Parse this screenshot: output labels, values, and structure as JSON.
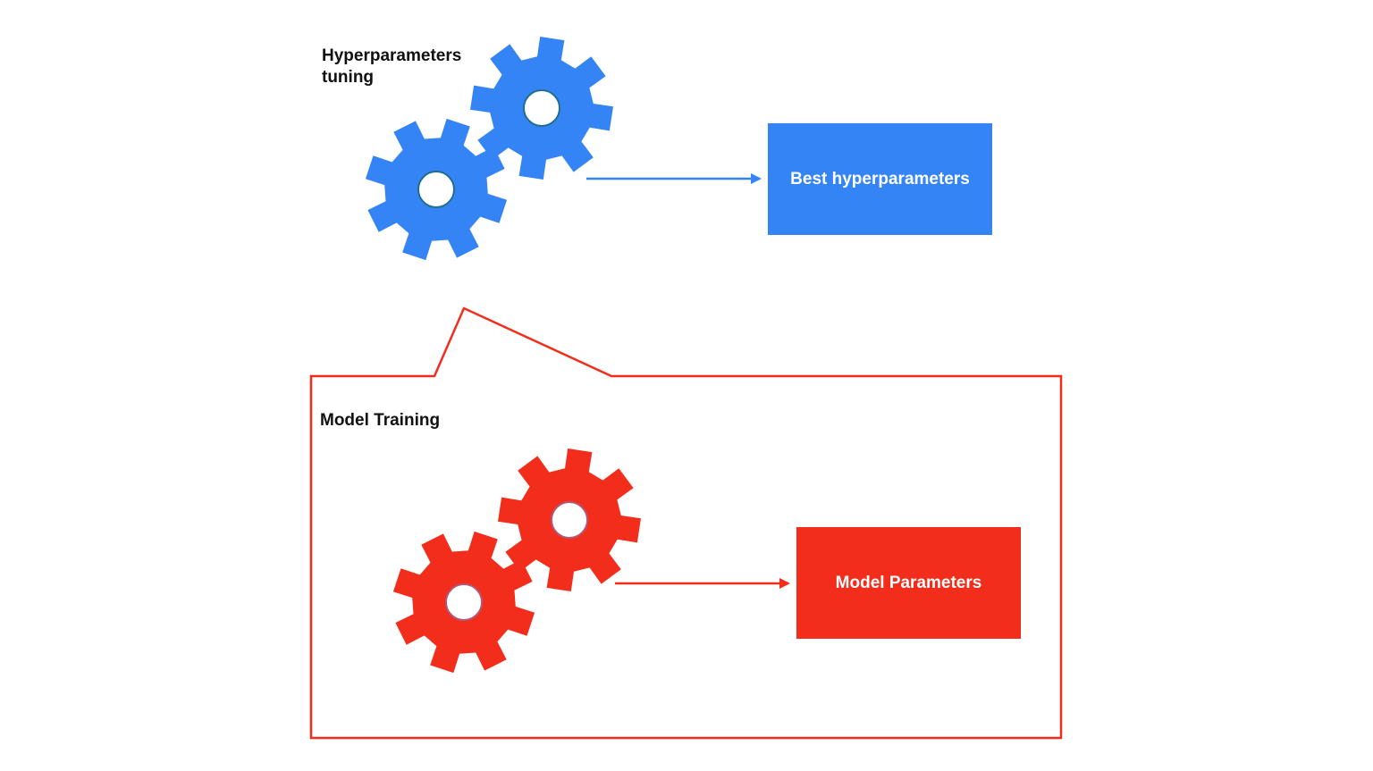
{
  "colors": {
    "blue": "#3584f6",
    "red": "#f32d1b",
    "hole_ring_blue": "#1f6f8b",
    "hole_ring_red": "#b05a7a",
    "label_text": "#111111",
    "box_text": "#ffffff"
  },
  "tuning": {
    "label_line1": "Hyperparameters",
    "label_line2": "tuning",
    "icon": "gears-icon",
    "result_box": "Best hyperparameters"
  },
  "training": {
    "label": "Model Training",
    "icon": "gears-icon",
    "result_box": "Model Parameters"
  }
}
